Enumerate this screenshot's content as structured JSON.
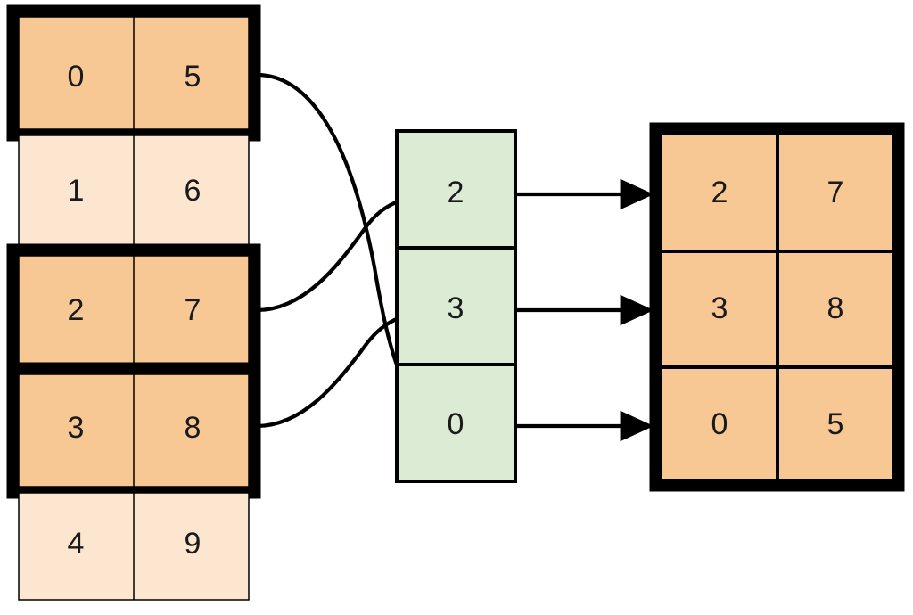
{
  "diagram": {
    "title": "dataframe-row-selection-by-index",
    "type": "dataframe-loc-indexing-illustration",
    "colors": {
      "highlighted_row_fill": "#f7c794",
      "normal_row_fill": "#fce6d0",
      "index_list_fill": "#dcebd4",
      "result_fill": "#f7c794",
      "stroke": "#000000",
      "thick_stroke": "#000000",
      "background": "#ffffff",
      "text": "#1a1a1a"
    },
    "source_table": {
      "name": "source-dataframe",
      "columns": 2,
      "rows": [
        {
          "cells": [
            "0",
            "5"
          ],
          "highlighted": true
        },
        {
          "cells": [
            "1",
            "6"
          ],
          "highlighted": false
        },
        {
          "cells": [
            "2",
            "7"
          ],
          "highlighted": true
        },
        {
          "cells": [
            "3",
            "8"
          ],
          "highlighted": true
        },
        {
          "cells": [
            "4",
            "9"
          ],
          "highlighted": false
        }
      ]
    },
    "index_list": {
      "name": "index-selector-list",
      "items": [
        "2",
        "3",
        "0"
      ]
    },
    "result_table": {
      "name": "result-dataframe",
      "columns": 2,
      "rows": [
        {
          "cells": [
            "2",
            "7"
          ]
        },
        {
          "cells": [
            "3",
            "8"
          ]
        },
        {
          "cells": [
            "0",
            "5"
          ]
        }
      ]
    },
    "connectors": {
      "curves": [
        {
          "name": "curve-source-row0-to-index-0",
          "from_row": 0,
          "to_index": 2
        },
        {
          "name": "curve-source-row2-to-index-2",
          "from_row": 2,
          "to_index": 0
        },
        {
          "name": "curve-source-row3-to-index-3",
          "from_row": 3,
          "to_index": 1
        }
      ],
      "arrows": [
        {
          "name": "arrow-index-2-to-result-row0",
          "from_index": 0,
          "to_row": 0
        },
        {
          "name": "arrow-index-3-to-result-row1",
          "from_index": 1,
          "to_row": 1
        },
        {
          "name": "arrow-index-0-to-result-row2",
          "from_index": 2,
          "to_row": 2
        }
      ]
    }
  }
}
